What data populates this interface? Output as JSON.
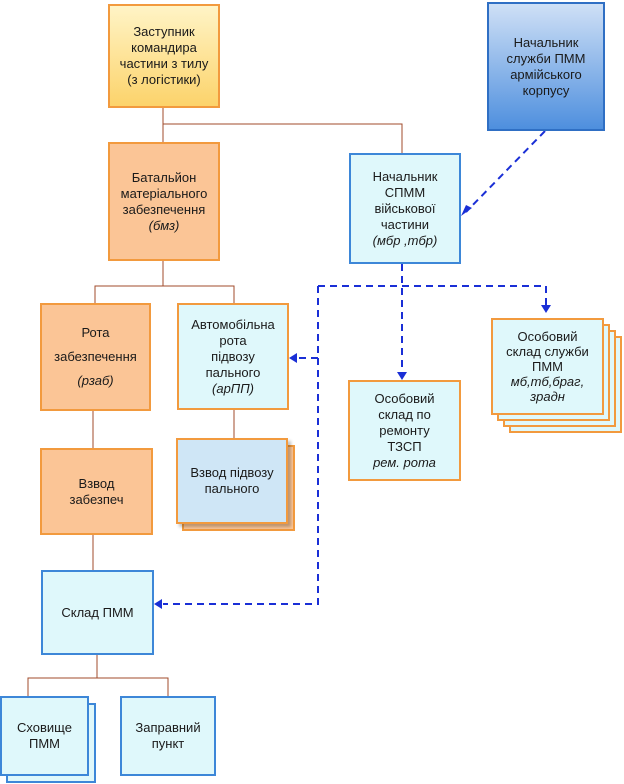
{
  "nodes": {
    "deputy": [
      "Заступник",
      "командира",
      "частини з тилу",
      "(з логістики)"
    ],
    "corps_chief": [
      "Начальник",
      "служби ПММ",
      "армійського",
      "корпусу"
    ],
    "battalion": [
      "Батальйон",
      "матеріального",
      "забезпечення",
      "(бмз)"
    ],
    "unit_chief": [
      "Начальник",
      "СПММ",
      "військової",
      "частини",
      "(мбр ,тбр)"
    ],
    "company": [
      "Рота",
      "забезпечення",
      "(рзаб)"
    ],
    "auto_company": [
      "Автомобільна",
      "рота",
      "підвозу",
      "пального",
      "(арПП)"
    ],
    "special_depot": [
      "Особовий",
      "склад служби",
      "ПММ",
      "мб,тб,браг,",
      "зрадн"
    ],
    "repair_depot": [
      "Особовий",
      "склад по",
      "ремонту",
      "ТЗСП",
      "рем. рота"
    ],
    "fuel_platoon": [
      "Взвод підвозу",
      "пального"
    ],
    "platoon": [
      "Взвод",
      "забезпеч"
    ],
    "warehouse": [
      "Склад ПММ"
    ],
    "storage": [
      "Сховище",
      "ПММ"
    ],
    "fuel_point": [
      "Заправний",
      "пункт"
    ]
  },
  "colors": {
    "orange_fill": "#fbc596",
    "orange_border": "#f29a3e",
    "cyan_fill": "#dff8fb",
    "blue_border": "#3d87d8",
    "connector": "#a04b2b",
    "dashed": "#1a2fd6"
  }
}
